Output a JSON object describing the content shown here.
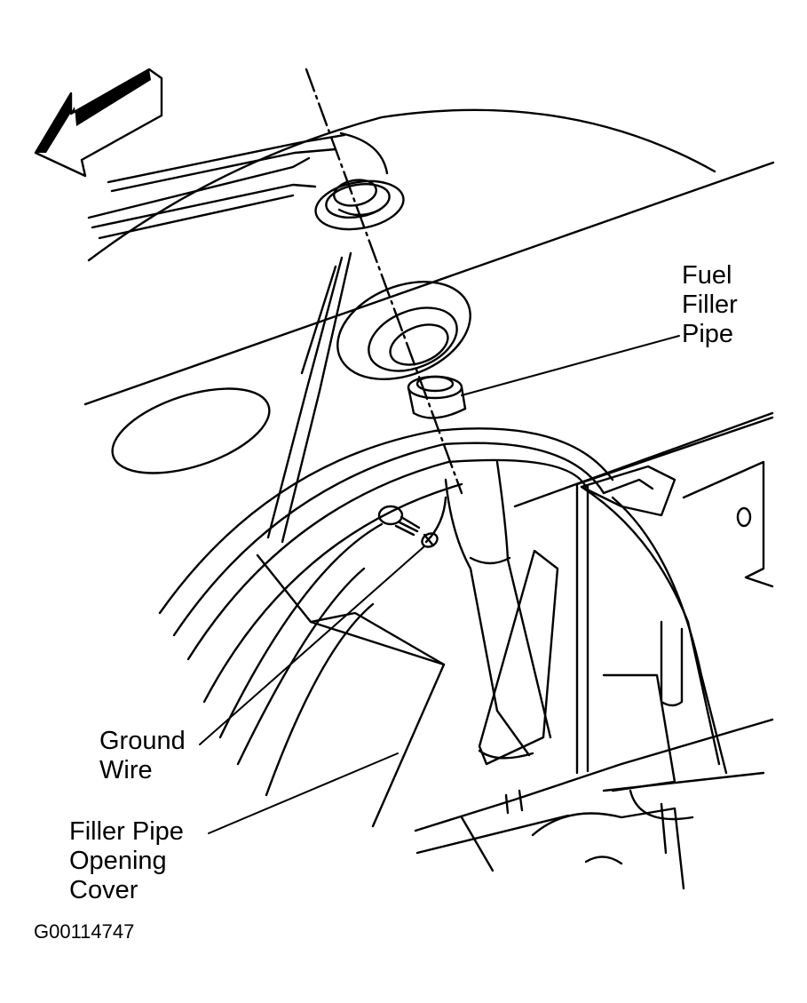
{
  "labels": {
    "fuel_filler_pipe": [
      "Fuel",
      "Filler",
      "Pipe"
    ],
    "ground_wire": [
      "Ground",
      "Wire"
    ],
    "filler_pipe_opening_cover": [
      "Filler Pipe",
      "Opening",
      "Cover"
    ]
  },
  "figure_id": "G00114747",
  "icons": {
    "direction_arrow": "arrow-forward-icon"
  },
  "colors": {
    "line": "#000000",
    "background": "#ffffff"
  }
}
